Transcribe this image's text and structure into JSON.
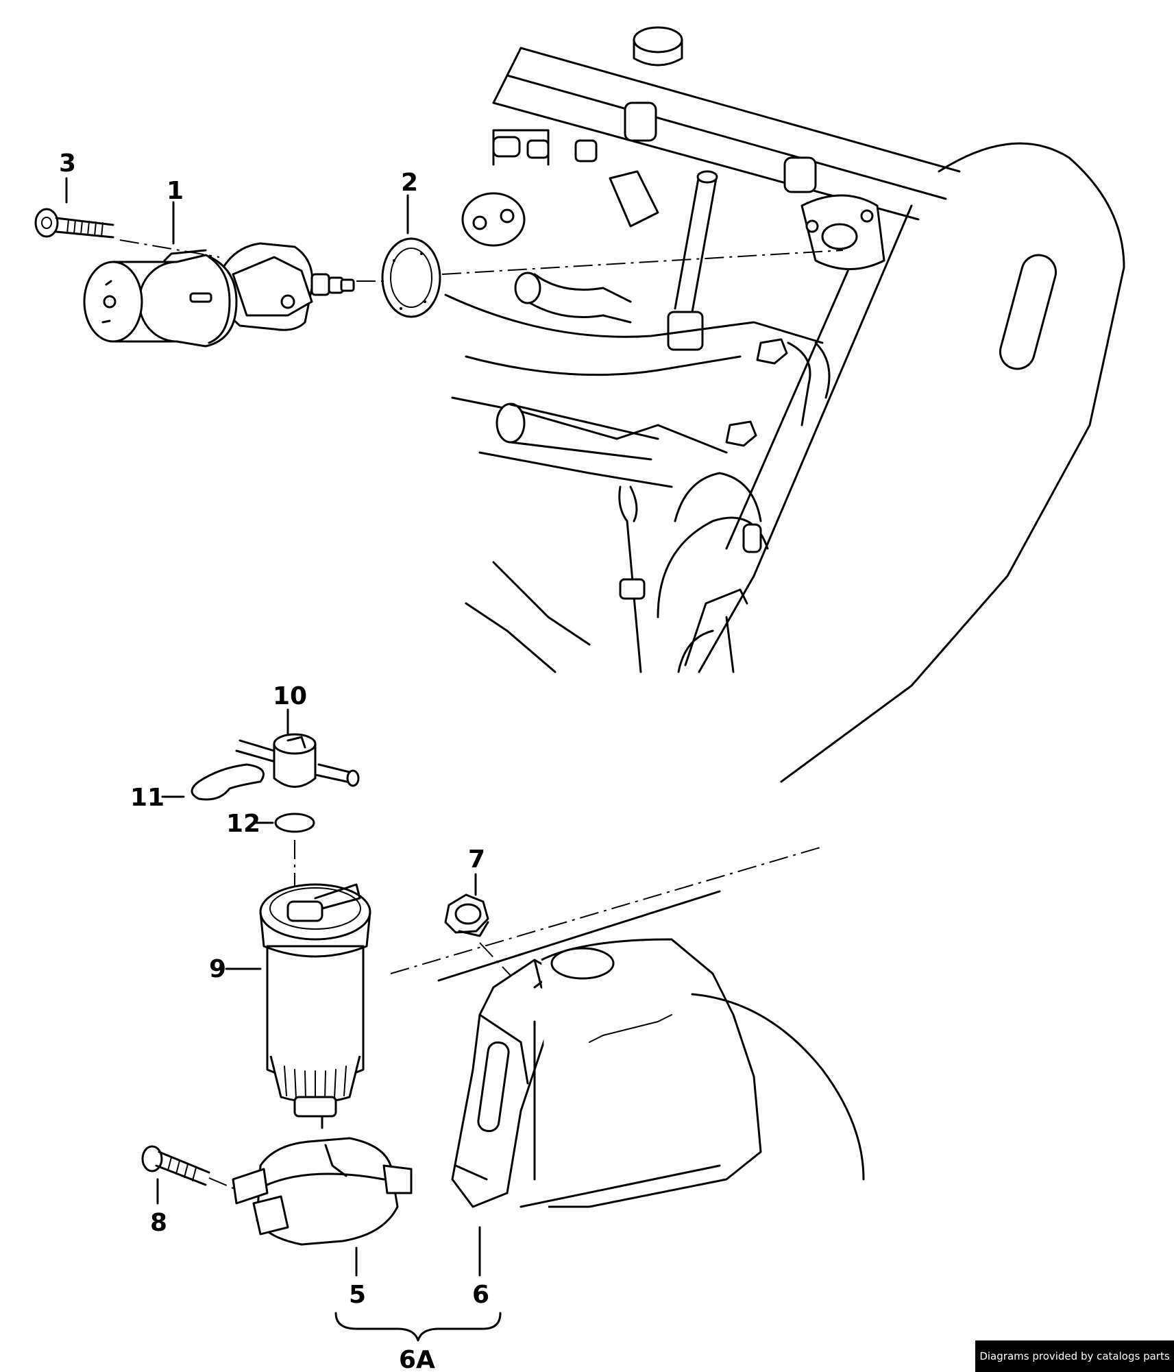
{
  "callouts": {
    "c1": "1",
    "c2": "2",
    "c3": "3",
    "c5": "5",
    "c6": "6",
    "c6a": "6A",
    "c7": "7",
    "c8": "8",
    "c9": "9",
    "c10": "10",
    "c11": "11",
    "c12": "12"
  },
  "footer": {
    "credit": "Diagrams provided by catalogs parts"
  }
}
